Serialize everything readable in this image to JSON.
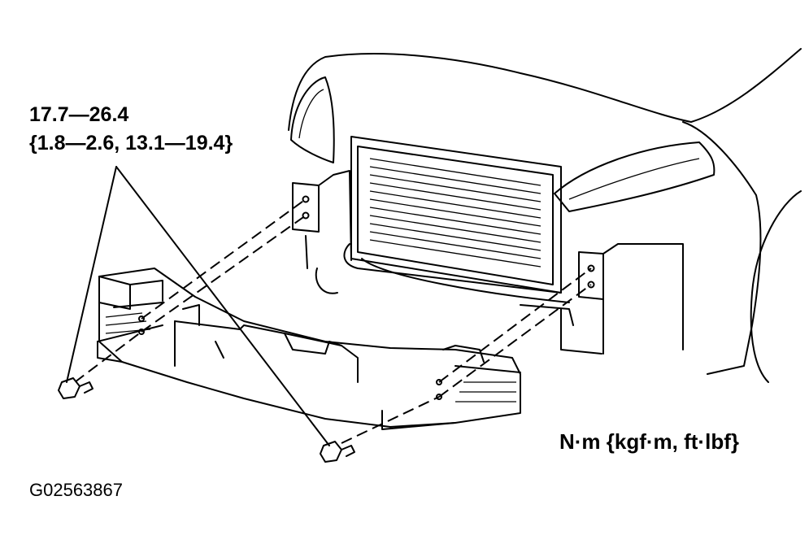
{
  "torque_spec": {
    "line1": "17.7—26.4",
    "line2": "{1.8—2.6, 13.1—19.4}"
  },
  "units_label": "N·m {kgf·m, ft·lbf}",
  "figure_id": "G02563867"
}
